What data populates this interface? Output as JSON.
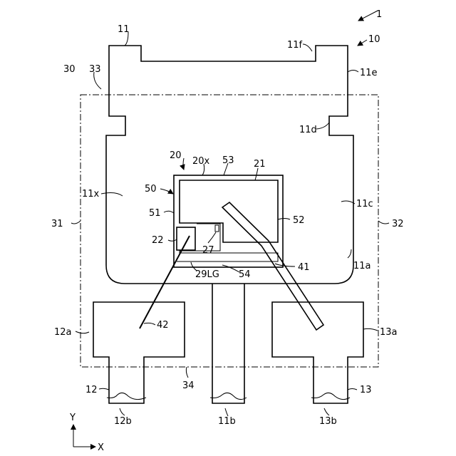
{
  "labels": {
    "fig": "1",
    "n10": "10",
    "n11": "11",
    "n11f": "11f",
    "n11e": "11e",
    "n30": "30",
    "n33": "33",
    "n11d": "11d",
    "n20": "20",
    "n20x": "20x",
    "n53": "53",
    "n21": "21",
    "n50": "50",
    "n11x": "11x",
    "n11c": "11c",
    "n51": "51",
    "n52": "52",
    "n31": "31",
    "n32": "32",
    "n22": "22",
    "n27": "27",
    "n11a": "11a",
    "n41": "41",
    "n29LG": "29LG",
    "n54": "54",
    "n12a": "12a",
    "n42": "42",
    "n13a": "13a",
    "n34": "34",
    "n12": "12",
    "n13": "13",
    "n12b": "12b",
    "n11b": "11b",
    "n13b": "13b",
    "axisY": "Y",
    "axisX": "X"
  }
}
